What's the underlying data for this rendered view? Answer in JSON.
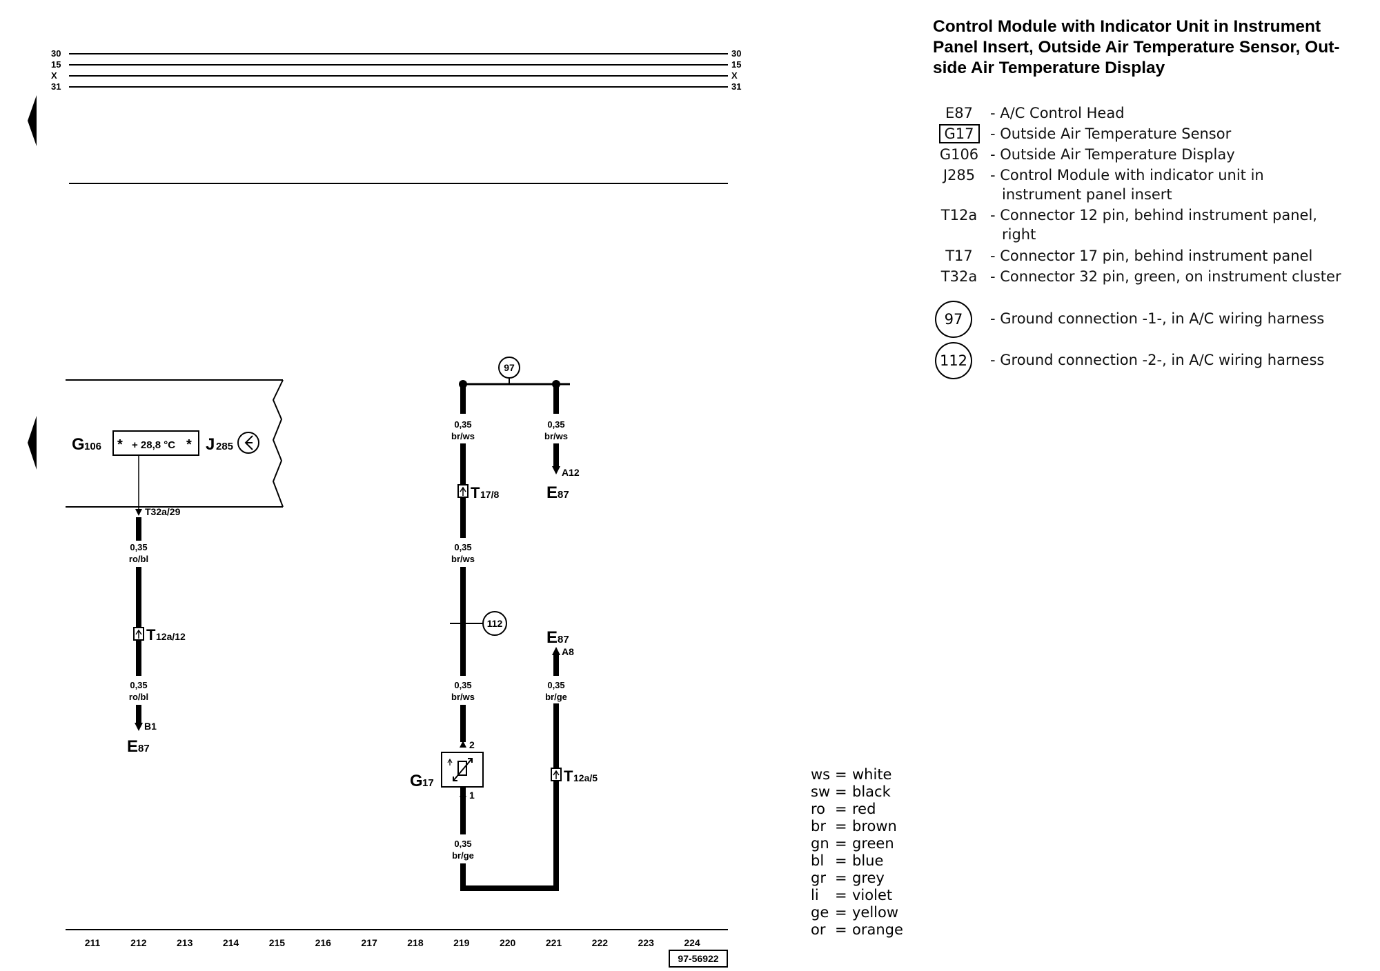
{
  "diagram_id": "97-56922",
  "title": "Control Module with Indicator Unit in Instrument Panel Insert, Outside Air Temperature Sensor, Outside Air Temperature Display",
  "title_lines": [
    "Control Module with Indicator Unit in Instrument",
    "Panel Insert, Outside Air Temperature Sensor, Out-",
    "side Air Temperature Display"
  ],
  "bus_lines": [
    "30",
    "15",
    "X",
    "31"
  ],
  "legend": [
    {
      "code": "E87",
      "desc": "- A/C Control Head",
      "boxed": false
    },
    {
      "code": "G17",
      "desc": "- Outside Air Temperature Sensor",
      "boxed": true
    },
    {
      "code": "G106",
      "desc": "- Outside Air Temperature Display",
      "boxed": false
    },
    {
      "code": "J285",
      "desc": "- Control Module with indicator unit in",
      "desc2": "instrument panel insert",
      "boxed": false
    },
    {
      "code": "T12a",
      "desc": "- Connector 12 pin, behind instrument panel,",
      "desc2": "right",
      "boxed": false
    },
    {
      "code": "T17",
      "desc": "- Connector 17 pin, behind instrument panel",
      "boxed": false
    },
    {
      "code": "T32a",
      "desc": "- Connector 32 pin, green, on instrument cluster",
      "boxed": false
    }
  ],
  "grounds": [
    {
      "id": "97",
      "desc": "- Ground connection -1-, in A/C wiring harness"
    },
    {
      "id": "112",
      "desc": "- Ground connection -2-, in A/C wiring harness"
    }
  ],
  "colors": [
    {
      "abbr": "ws",
      "name": "white"
    },
    {
      "abbr": "sw",
      "name": "black"
    },
    {
      "abbr": "ro",
      "name": "red"
    },
    {
      "abbr": "br",
      "name": "brown"
    },
    {
      "abbr": "gn",
      "name": "green"
    },
    {
      "abbr": "bl",
      "name": "blue"
    },
    {
      "abbr": "gr",
      "name": "grey"
    },
    {
      "abbr": "li",
      "name": "violet"
    },
    {
      "abbr": "ge",
      "name": "yellow"
    },
    {
      "abbr": "or",
      "name": "orange"
    }
  ],
  "tracks": [
    "211",
    "212",
    "213",
    "214",
    "215",
    "216",
    "217",
    "218",
    "219",
    "220",
    "221",
    "222",
    "223",
    "224"
  ],
  "display": {
    "g106": "G",
    "g106_sub": "106",
    "j285": "J",
    "j285_sub": "285",
    "reading": "+ 28,8 °C",
    "star": "*"
  },
  "wire_labels": {
    "gauge": "0,35",
    "ro_bl": "ro/bl",
    "br_ws": "br/ws",
    "br_ge": "br/ge"
  },
  "connectors": {
    "t32a_29": "T32a/29",
    "t12a_12_main": "T",
    "t12a_12_sub": "12a/12",
    "t17_8_main": "T",
    "t17_8_sub": "17/8",
    "t12a_5_main": "T",
    "t12a_5_sub": "12a/5",
    "pin_b1": "B1",
    "pin_a12": "A12",
    "pin_a8": "A8",
    "pin_2": "2",
    "pin_1": "1"
  },
  "components": {
    "e87": "E",
    "e87_sub": "87",
    "g17": "G",
    "g17_sub": "17",
    "gnd97": "97",
    "gnd112": "112"
  }
}
